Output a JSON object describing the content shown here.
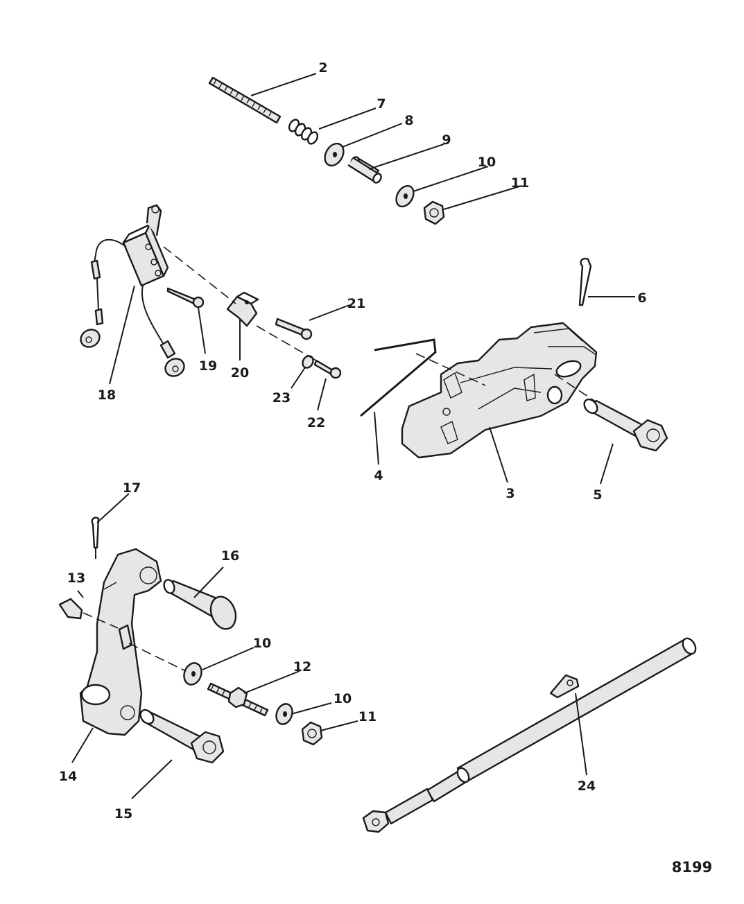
{
  "reference_number": "8199",
  "callouts": [
    "2",
    "7",
    "8",
    "9",
    "10",
    "11",
    "6",
    "21",
    "18",
    "19",
    "20",
    "23",
    "22",
    "4",
    "3",
    "5",
    "17",
    "16",
    "13",
    "10",
    "12",
    "10",
    "11",
    "14",
    "15",
    "24"
  ]
}
